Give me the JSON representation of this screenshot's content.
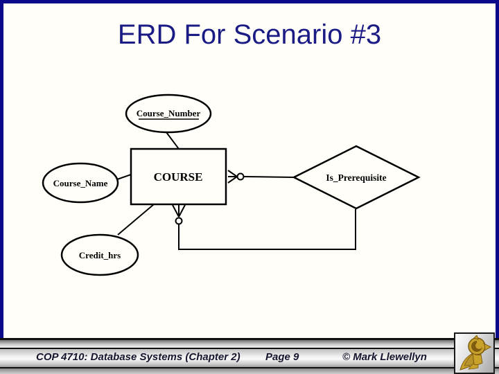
{
  "slide": {
    "title": "ERD For Scenario #3",
    "title_color": "#1b1b85",
    "border_color": "#0a0a8a",
    "background": "#fffef8"
  },
  "diagram": {
    "entity": {
      "label": "COURSE"
    },
    "relationship": {
      "label": "Is_Prerequisite"
    },
    "attributes": [
      {
        "label": "Course_Number",
        "is_key": true
      },
      {
        "label": "Course_Name",
        "is_key": false
      },
      {
        "label": "Credit_hrs",
        "is_key": false
      }
    ],
    "notation": {
      "right_connector": "zero-or-many crow's foot",
      "bottom_connector": "zero-or-many crow's foot"
    }
  },
  "footer": {
    "course_label": "COP 4710: Database Systems  (Chapter 2)",
    "page_label": "Page 9",
    "copyright_label": "© Mark Llewellyn",
    "logo_icon": "pegasus-logo",
    "logo_gold": "#c9a22c",
    "logo_gold_dark": "#7d5c10"
  }
}
